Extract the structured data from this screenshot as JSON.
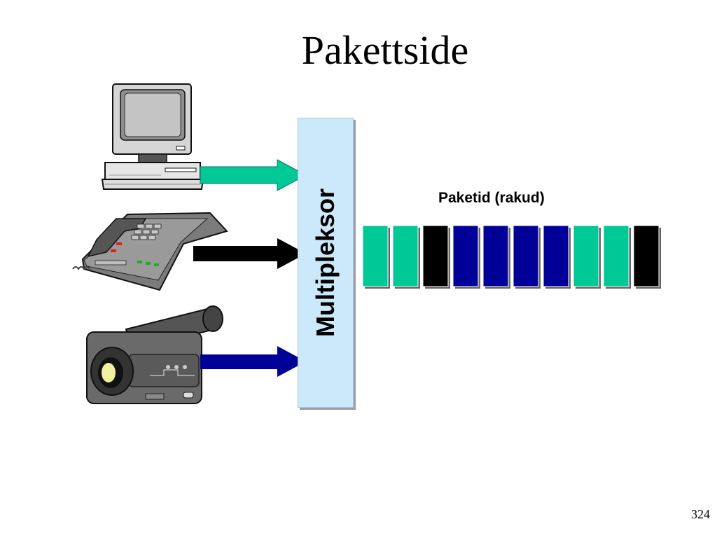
{
  "title": "Pakettside",
  "multiplexer_label": "Multipleksor",
  "packets_label": "Paketid (rakud)",
  "page_number": "324",
  "colors": {
    "teal": "#00c896",
    "black": "#000000",
    "navy": "#000099",
    "mux_fill": "#cce8fb"
  },
  "sources": [
    {
      "icon": "computer-icon",
      "arrow_color": "#00c896"
    },
    {
      "icon": "telephone-icon",
      "arrow_color": "#000000"
    },
    {
      "icon": "video-camera-icon",
      "arrow_color": "#000099"
    }
  ],
  "packet_colors": [
    "#00c896",
    "#00c896",
    "#000000",
    "#000099",
    "#000099",
    "#000099",
    "#000099",
    "#00c896",
    "#00c896",
    "#000000"
  ]
}
